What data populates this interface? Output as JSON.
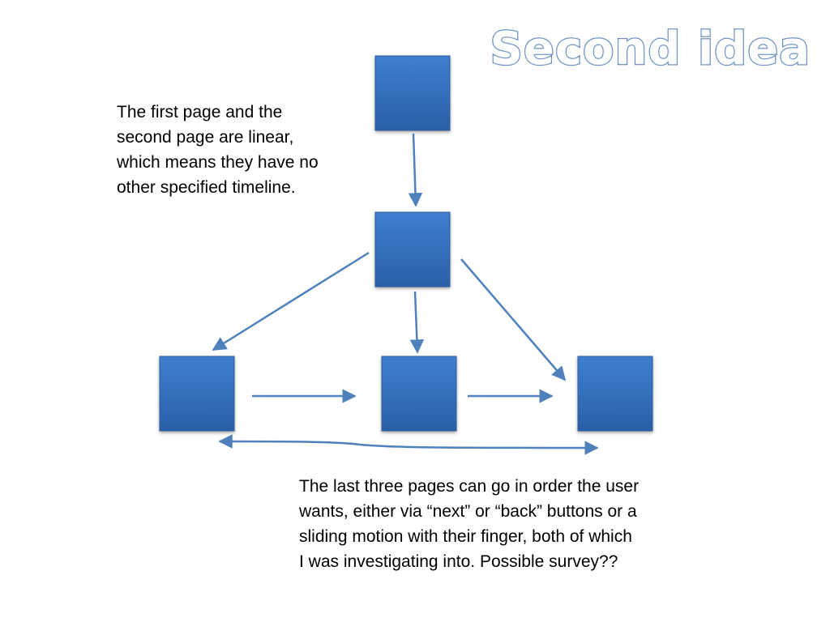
{
  "slide": {
    "title": "Second idea",
    "note_top": "The first page and the second page are linear, which means they have no other specified timeline.",
    "note_bottom": "The last three pages can go in order the user wants, either via “next” or “back” buttons or a sliding motion with their finger, both of which I was investigating into. Possible survey??"
  },
  "colors": {
    "node_fill_top": "#3d7fcf",
    "node_fill_bottom": "#2b5fa8",
    "node_border": "#2e5c9a",
    "arrow": "#4f81bd",
    "title_outline": "#4f79b4"
  }
}
